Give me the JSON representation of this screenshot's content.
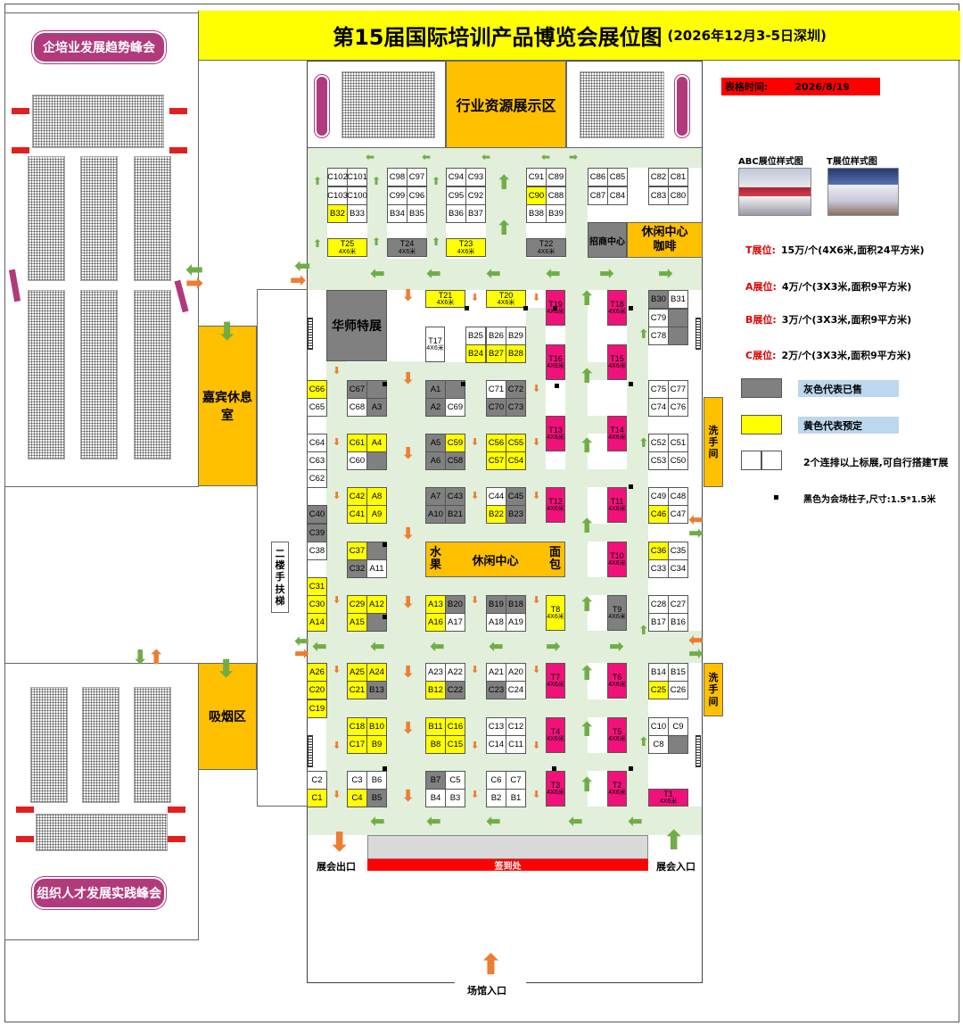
{
  "title": {
    "main": "第15届国际培训产品博览会展位图",
    "sub": "(2026年12月3-5日深圳)"
  },
  "update": {
    "label": "表格时间:",
    "date": "2026/8/19"
  },
  "zones": {
    "industry_resource": "行业资源展示区",
    "huashi": "华师特展",
    "leisure_coffee": "休闲中心\n咖啡",
    "merchants": "招商中心",
    "leisure_center": "休闲中心",
    "fruit": "水\n果",
    "bread": "面\n包",
    "guest_lounge": "嘉宾休息\n室",
    "smoking": "吸烟区",
    "stairs": "二\n楼\n手\n扶\n梯",
    "washroom1": "洗\n手\n间",
    "washroom2": "洗\n手\n间",
    "checkin": "签到处",
    "exhibit_exit": "展会出口",
    "exhibit_entry": "展会入口",
    "venue_entry": "场馆入口"
  },
  "forums": {
    "top": "企培业发展趋势峰会",
    "bottom": "组织人才发展实践峰会"
  },
  "legend": {
    "abc_style": "ABC展位样式图",
    "t_style": "T展位样式图",
    "prices": [
      {
        "k": "T展位:",
        "v": "15万/个(4X6米,面积24平方米)"
      },
      {
        "k": "A展位:",
        "v": "4万/个(3X3米,面积9平方米)"
      },
      {
        "k": "B展位:",
        "v": "3万/个(3X3米,面积9平方米)"
      },
      {
        "k": "C展位:",
        "v": "2万/个(3X3米,面积9平方米)"
      }
    ],
    "gray": "灰色代表已售",
    "yellow": "黄色代表预定",
    "double": "2个连排以上标展,可自行搭建T展",
    "pillar": "黑色为会场柱子,尺寸:1.5*1.5米"
  },
  "t_size": "4X6米",
  "booths": [
    [
      "C102",
      367,
      188,
      "w"
    ],
    [
      "C101",
      389,
      188,
      "w"
    ],
    [
      "C103",
      367,
      209,
      "w"
    ],
    [
      "C100",
      389,
      209,
      "w"
    ],
    [
      "B32",
      367,
      229,
      "y"
    ],
    [
      "B33",
      389,
      229,
      "w"
    ],
    [
      "C98",
      434,
      188,
      "w"
    ],
    [
      "C97",
      456,
      188,
      "w"
    ],
    [
      "C99",
      434,
      209,
      "w"
    ],
    [
      "C96",
      456,
      209,
      "w"
    ],
    [
      "B34",
      434,
      229,
      "w"
    ],
    [
      "B35",
      456,
      229,
      "w"
    ],
    [
      "C94",
      500,
      188,
      "w"
    ],
    [
      "C93",
      522,
      188,
      "w"
    ],
    [
      "C95",
      500,
      209,
      "w"
    ],
    [
      "C92",
      522,
      209,
      "w"
    ],
    [
      "B36",
      500,
      229,
      "w"
    ],
    [
      "B37",
      522,
      229,
      "w"
    ],
    [
      "C91",
      590,
      188,
      "w"
    ],
    [
      "C89",
      612,
      188,
      "w"
    ],
    [
      "C90",
      590,
      209,
      "y"
    ],
    [
      "C88",
      612,
      209,
      "w"
    ],
    [
      "B38",
      590,
      229,
      "w"
    ],
    [
      "B39",
      612,
      229,
      "w"
    ],
    [
      "C86",
      659,
      188,
      "w"
    ],
    [
      "C85",
      681,
      188,
      "w"
    ],
    [
      "C87",
      659,
      209,
      "w"
    ],
    [
      "C84",
      681,
      209,
      "w"
    ],
    [
      "C82",
      727,
      188,
      "w"
    ],
    [
      "C81",
      749,
      188,
      "w"
    ],
    [
      "C83",
      727,
      209,
      "w"
    ],
    [
      "C80",
      749,
      209,
      "w"
    ],
    [
      "B30",
      727,
      325,
      "g"
    ],
    [
      "B31",
      749,
      325,
      "w"
    ],
    [
      "C79",
      727,
      346,
      "w"
    ],
    [
      "",
      749,
      346,
      "g"
    ],
    [
      "C78",
      727,
      366,
      "w"
    ],
    [
      "",
      749,
      366,
      "g"
    ],
    [
      "B25",
      522,
      366,
      "w"
    ],
    [
      "B26",
      545,
      366,
      "w"
    ],
    [
      "B29",
      567,
      366,
      "w"
    ],
    [
      "B24",
      522,
      386,
      "y"
    ],
    [
      "B27",
      545,
      386,
      "y"
    ],
    [
      "B28",
      567,
      386,
      "y"
    ],
    [
      "C66",
      344,
      426,
      "y"
    ],
    [
      "C65",
      344,
      446,
      "w"
    ],
    [
      "C67",
      389,
      426,
      "g"
    ],
    [
      "",
      411,
      426,
      "g"
    ],
    [
      "C68",
      389,
      446,
      "w"
    ],
    [
      "A3",
      411,
      446,
      "g"
    ],
    [
      "A1",
      477,
      426,
      "g"
    ],
    [
      "",
      499,
      426,
      "g"
    ],
    [
      "A2",
      477,
      446,
      "g"
    ],
    [
      "C69",
      499,
      446,
      "w"
    ],
    [
      "C71",
      545,
      426,
      "w"
    ],
    [
      "C72",
      567,
      426,
      "g"
    ],
    [
      "C70",
      545,
      446,
      "g"
    ],
    [
      "C73",
      567,
      446,
      "g"
    ],
    [
      "C75",
      727,
      426,
      "w"
    ],
    [
      "C77",
      749,
      426,
      "w"
    ],
    [
      "C74",
      727,
      446,
      "w"
    ],
    [
      "C76",
      749,
      446,
      "w"
    ],
    [
      "C64",
      344,
      486,
      "w"
    ],
    [
      "C63",
      344,
      506,
      "w"
    ],
    [
      "C62",
      344,
      526,
      "w"
    ],
    [
      "C61",
      389,
      486,
      "y"
    ],
    [
      "A4",
      411,
      486,
      "y"
    ],
    [
      "C60",
      389,
      506,
      "w"
    ],
    [
      "",
      411,
      506,
      "g"
    ],
    [
      "A5",
      477,
      486,
      "g"
    ],
    [
      "C59",
      499,
      486,
      "y"
    ],
    [
      "A6",
      477,
      506,
      "g"
    ],
    [
      "C58",
      499,
      506,
      "g"
    ],
    [
      "C56",
      545,
      486,
      "y"
    ],
    [
      "C55",
      567,
      486,
      "y"
    ],
    [
      "C57",
      545,
      506,
      "y"
    ],
    [
      "C54",
      567,
      506,
      "y"
    ],
    [
      "C52",
      727,
      486,
      "w"
    ],
    [
      "C51",
      749,
      486,
      "w"
    ],
    [
      "C53",
      727,
      506,
      "w"
    ],
    [
      "C50",
      749,
      506,
      "w"
    ],
    [
      "C42",
      389,
      546,
      "y"
    ],
    [
      "A8",
      411,
      546,
      "y"
    ],
    [
      "C41",
      389,
      566,
      "y"
    ],
    [
      "A9",
      411,
      566,
      "y"
    ],
    [
      "A7",
      477,
      546,
      "g"
    ],
    [
      "C43",
      499,
      546,
      "g"
    ],
    [
      "A10",
      477,
      566,
      "g"
    ],
    [
      "B21",
      499,
      566,
      "g"
    ],
    [
      "C44",
      545,
      546,
      "w"
    ],
    [
      "C45",
      567,
      546,
      "g"
    ],
    [
      "B22",
      545,
      566,
      "y"
    ],
    [
      "B23",
      567,
      566,
      "g"
    ],
    [
      "C49",
      727,
      546,
      "w"
    ],
    [
      "C48",
      749,
      546,
      "w"
    ],
    [
      "C46",
      727,
      566,
      "y"
    ],
    [
      "C47",
      749,
      566,
      "w"
    ],
    [
      "C40",
      344,
      566,
      "g"
    ],
    [
      "C39",
      344,
      587,
      "g"
    ],
    [
      "C38",
      344,
      607,
      "w"
    ],
    [
      "C37",
      389,
      607,
      "y"
    ],
    [
      "",
      411,
      607,
      "g"
    ],
    [
      "C32",
      389,
      627,
      "g"
    ],
    [
      "A11",
      411,
      627,
      "w"
    ],
    [
      "C36",
      727,
      607,
      "y"
    ],
    [
      "C35",
      749,
      607,
      "w"
    ],
    [
      "C33",
      727,
      627,
      "w"
    ],
    [
      "C34",
      749,
      627,
      "w"
    ],
    [
      "C31",
      344,
      647,
      "y"
    ],
    [
      "C30",
      344,
      667,
      "y"
    ],
    [
      "A14",
      344,
      687,
      "y"
    ],
    [
      "C29",
      389,
      667,
      "y"
    ],
    [
      "A12",
      411,
      667,
      "y"
    ],
    [
      "A15",
      389,
      687,
      "y"
    ],
    [
      "",
      411,
      687,
      "g"
    ],
    [
      "A13",
      477,
      667,
      "y"
    ],
    [
      "B20",
      499,
      667,
      "g"
    ],
    [
      "A16",
      477,
      687,
      "y"
    ],
    [
      "A17",
      499,
      687,
      "w"
    ],
    [
      "B19",
      545,
      667,
      "g"
    ],
    [
      "B18",
      567,
      667,
      "g"
    ],
    [
      "A18",
      545,
      687,
      "w"
    ],
    [
      "A19",
      567,
      687,
      "w"
    ],
    [
      "C28",
      727,
      667,
      "w"
    ],
    [
      "C27",
      749,
      667,
      "w"
    ],
    [
      "B17",
      727,
      687,
      "w"
    ],
    [
      "B16",
      749,
      687,
      "w"
    ],
    [
      "A26",
      344,
      743,
      "y"
    ],
    [
      "C20",
      344,
      763,
      "y"
    ],
    [
      "C19",
      344,
      784,
      "y"
    ],
    [
      "A25",
      389,
      743,
      "y"
    ],
    [
      "A24",
      411,
      743,
      "y"
    ],
    [
      "C21",
      389,
      763,
      "y"
    ],
    [
      "B13",
      411,
      763,
      "g"
    ],
    [
      "A23",
      477,
      743,
      "w"
    ],
    [
      "A22",
      499,
      743,
      "w"
    ],
    [
      "B12",
      477,
      763,
      "y"
    ],
    [
      "C22",
      499,
      763,
      "g"
    ],
    [
      "A21",
      545,
      743,
      "w"
    ],
    [
      "A20",
      567,
      743,
      "w"
    ],
    [
      "C23",
      545,
      763,
      "g"
    ],
    [
      "C24",
      567,
      763,
      "w"
    ],
    [
      "B14",
      727,
      743,
      "w"
    ],
    [
      "B15",
      749,
      743,
      "w"
    ],
    [
      "C25",
      727,
      763,
      "y"
    ],
    [
      "C26",
      749,
      763,
      "w"
    ],
    [
      "C18",
      389,
      804,
      "y"
    ],
    [
      "B10",
      411,
      804,
      "y"
    ],
    [
      "C17",
      389,
      824,
      "y"
    ],
    [
      "B9",
      411,
      824,
      "y"
    ],
    [
      "B11",
      477,
      804,
      "y"
    ],
    [
      "C16",
      499,
      804,
      "y"
    ],
    [
      "B8",
      477,
      824,
      "y"
    ],
    [
      "C15",
      499,
      824,
      "y"
    ],
    [
      "C13",
      545,
      804,
      "w"
    ],
    [
      "C12",
      567,
      804,
      "w"
    ],
    [
      "C14",
      545,
      824,
      "w"
    ],
    [
      "C11",
      567,
      824,
      "w"
    ],
    [
      "C10",
      727,
      804,
      "w"
    ],
    [
      "C9",
      749,
      804,
      "w"
    ],
    [
      "C8",
      727,
      824,
      "w"
    ],
    [
      "",
      749,
      824,
      "g"
    ],
    [
      "C2",
      344,
      864,
      "w"
    ],
    [
      "C1",
      344,
      884,
      "y"
    ],
    [
      "C3",
      389,
      864,
      "w"
    ],
    [
      "B6",
      411,
      864,
      "w"
    ],
    [
      "C4",
      389,
      884,
      "y"
    ],
    [
      "B5",
      411,
      884,
      "g"
    ],
    [
      "B7",
      477,
      864,
      "g"
    ],
    [
      "C5",
      499,
      864,
      "w"
    ],
    [
      "B4",
      477,
      884,
      "w"
    ],
    [
      "B3",
      499,
      884,
      "w"
    ],
    [
      "C6",
      545,
      864,
      "w"
    ],
    [
      "C7",
      567,
      864,
      "w"
    ],
    [
      "B2",
      545,
      884,
      "w"
    ],
    [
      "B1",
      567,
      884,
      "w"
    ]
  ],
  "tbooths": [
    [
      "T25",
      367,
      267,
      45,
      21,
      "y"
    ],
    [
      "T24",
      434,
      267,
      45,
      21,
      "g"
    ],
    [
      "T23",
      500,
      267,
      45,
      21,
      "y"
    ],
    [
      "T22",
      590,
      267,
      45,
      21,
      "g"
    ],
    [
      "T21",
      477,
      325,
      45,
      20,
      "y"
    ],
    [
      "T20",
      545,
      325,
      45,
      20,
      "y"
    ],
    [
      "T17",
      477,
      366,
      22,
      40,
      "w"
    ],
    [
      "T19",
      612,
      325,
      22,
      40,
      "pink"
    ],
    [
      "T18",
      681,
      325,
      22,
      40,
      "pink"
    ],
    [
      "T16",
      612,
      386,
      22,
      40,
      "pink"
    ],
    [
      "T15",
      681,
      386,
      22,
      40,
      "pink"
    ],
    [
      "T13",
      612,
      466,
      22,
      40,
      "pink"
    ],
    [
      "T14",
      681,
      466,
      22,
      40,
      "pink"
    ],
    [
      "T12",
      612,
      546,
      22,
      40,
      "pink"
    ],
    [
      "T11",
      681,
      546,
      22,
      40,
      "pink"
    ],
    [
      "T10",
      681,
      607,
      22,
      40,
      "pink"
    ],
    [
      "T8",
      612,
      667,
      22,
      40,
      "y"
    ],
    [
      "T9",
      681,
      667,
      22,
      40,
      "g"
    ],
    [
      "T7",
      612,
      743,
      22,
      40,
      "pink"
    ],
    [
      "T6",
      681,
      743,
      22,
      40,
      "pink"
    ],
    [
      "T4",
      612,
      804,
      22,
      40,
      "pink"
    ],
    [
      "T5",
      681,
      804,
      22,
      40,
      "pink"
    ],
    [
      "T3",
      612,
      864,
      22,
      40,
      "pink"
    ],
    [
      "T2",
      681,
      864,
      22,
      40,
      "pink"
    ],
    [
      "T1",
      727,
      884,
      45,
      20,
      "pink"
    ]
  ]
}
